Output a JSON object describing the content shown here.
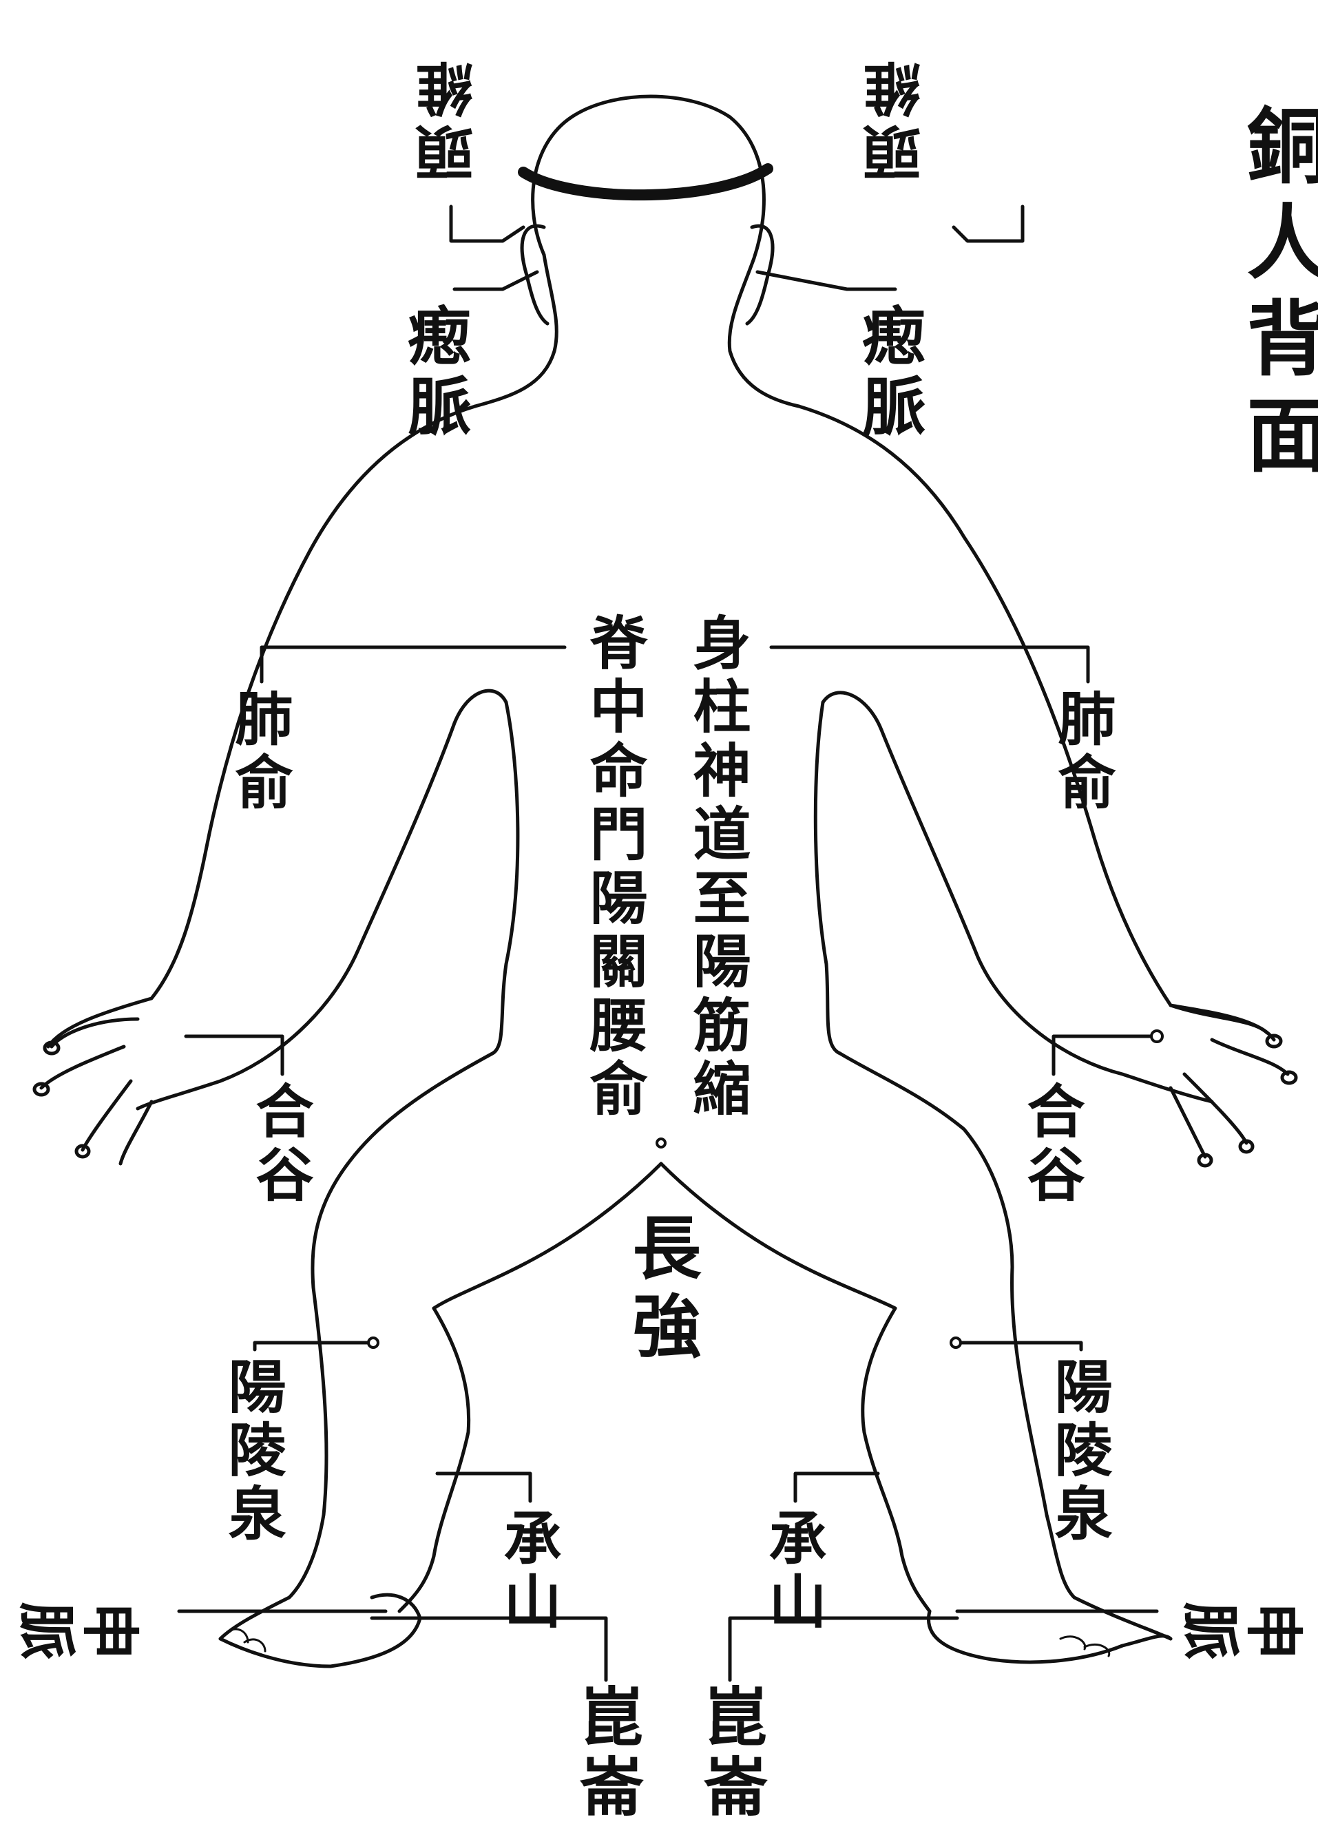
{
  "title": "銅人背面",
  "labels": {
    "touwei_left": "頭維",
    "touwei_right": "頭維",
    "chimai_left": "瘛脈",
    "chimai_right": "瘛脈",
    "feishu_left": "肺俞",
    "feishu_right": "肺俞",
    "hegu_left": "合谷",
    "hegu_right": "合谷",
    "spine_col1": "身柱",
    "spine_col2": "神道",
    "spine_col3": "至陽",
    "spine_col4": "筋縮",
    "spine_col5": "脊中",
    "spine_col6": "命門",
    "spine_col7": "陽關",
    "spine_col8": "腰俞",
    "changqiang": "長強",
    "yanglingquan_left": "陽陵泉",
    "yanglingquan_right": "陽陵泉",
    "chengshan_left": "承山",
    "chengshan_right": "承山",
    "kunlun_left": "崑崙",
    "kunlun_right": "崑崙",
    "shenmai_left": "申脈",
    "shenmai_right": "申脈"
  },
  "colors": {
    "ink": "#111111",
    "paper": "#ffffff"
  }
}
